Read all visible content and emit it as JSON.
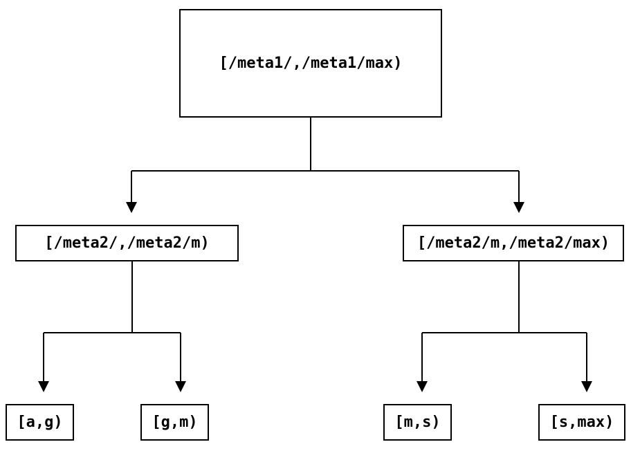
{
  "tree": {
    "root": {
      "label": "[/meta1/,/meta1/max)"
    },
    "children": [
      {
        "label": "[/meta2/,/meta2/m)",
        "children": [
          {
            "label": "[a,g)"
          },
          {
            "label": "[g,m)"
          }
        ]
      },
      {
        "label": "[/meta2/m,/meta2/max)",
        "children": [
          {
            "label": "[m,s)"
          },
          {
            "label": "[s,max)"
          }
        ]
      }
    ],
    "colors": {
      "line": "#000000",
      "box_border": "#000000",
      "background": "#ffffff",
      "text": "#000000"
    }
  }
}
